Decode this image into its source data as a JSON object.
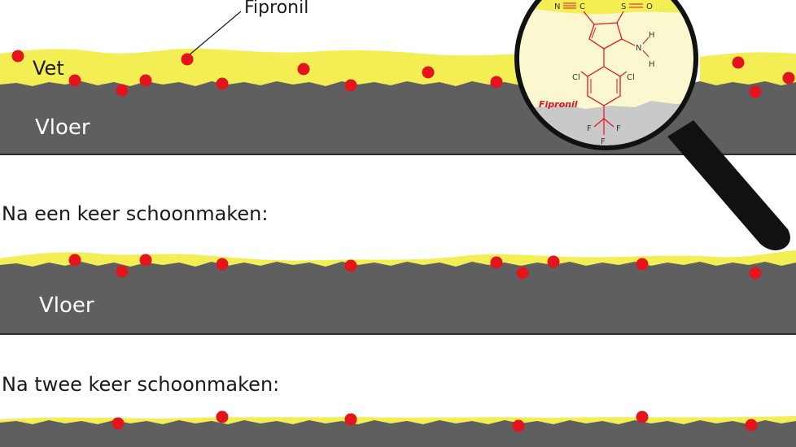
{
  "panels": [
    {
      "heading": "",
      "grease_label": "Vet",
      "floor_label": "Vloer"
    },
    {
      "heading": "Na een keer schoonmaken:",
      "grease_label": "",
      "floor_label": "Vloer"
    },
    {
      "heading": "Na twee keer schoonmaken:",
      "grease_label": "",
      "floor_label": ""
    }
  ],
  "callout_label": "Fipronil",
  "magnifier": {
    "molecule_label": "Fipronil",
    "atoms": {
      "n1": "N",
      "c1": "C",
      "s": "S",
      "o": "O",
      "nh": "N",
      "h1": "H",
      "h2": "H",
      "cl1": "Cl",
      "cl2": "Cl",
      "f1": "F",
      "f2": "F",
      "f3": "F"
    }
  },
  "colors": {
    "grease": "#f4ee55",
    "floor": "#5f5f5f",
    "fipronil_dot": "#e3141b",
    "floor_line": "#2b2b2b"
  }
}
